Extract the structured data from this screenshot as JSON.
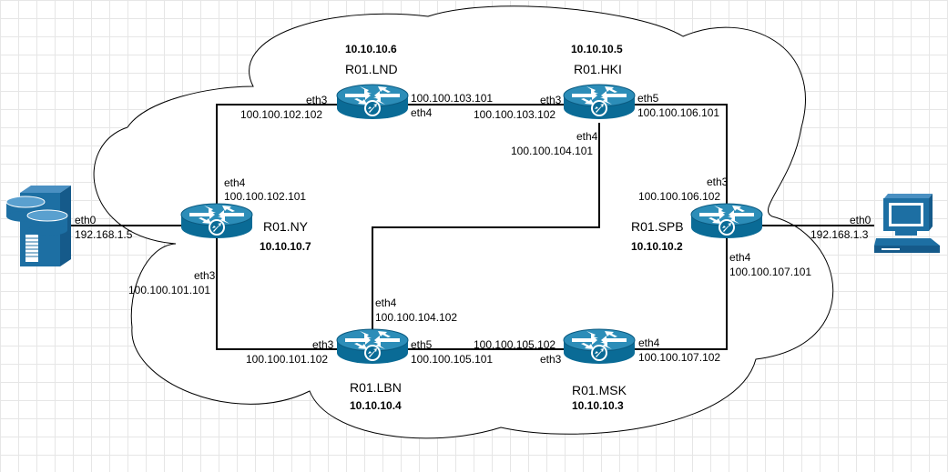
{
  "colors": {
    "router_body": "#0a6b96",
    "router_top": "#2c8db8",
    "arrow": "#ffffff",
    "link": "#000000",
    "cloud_stroke": "#000000",
    "device_blue": "#1d6fa3"
  },
  "routers": {
    "ny": {
      "name": "R01.NY",
      "loopback": "10.10.10.7"
    },
    "lnd": {
      "name": "R01.LND",
      "loopback": "10.10.10.6"
    },
    "hki": {
      "name": "R01.HKI",
      "loopback": "10.10.10.5"
    },
    "spb": {
      "name": "R01.SPB",
      "loopback": "10.10.10.2"
    },
    "lbn": {
      "name": "R01.LBN",
      "loopback": "10.10.10.4"
    },
    "msk": {
      "name": "R01.MSK",
      "loopback": "10.10.10.3"
    }
  },
  "links": {
    "ny_lnd": {
      "a_if": "eth4",
      "a_ip": "100.100.102.101",
      "b_if": "eth3",
      "b_ip": "100.100.102.102"
    },
    "lnd_hki": {
      "a_if": "eth4",
      "a_ip": "100.100.103.101",
      "b_if": "eth3",
      "b_ip": "100.100.103.102"
    },
    "hki_spb": {
      "a_if": "eth5",
      "a_ip": "100.100.106.101",
      "b_if": "eth3",
      "b_ip": "100.100.106.102"
    },
    "hki_lbn": {
      "a_if": "eth4",
      "a_ip": "100.100.104.101",
      "b_if": "eth4",
      "b_ip": "100.100.104.102"
    },
    "ny_lbn": {
      "a_if": "eth3",
      "a_ip": "100.100.101.101",
      "b_if": "eth3",
      "b_ip": "100.100.101.102"
    },
    "lbn_msk": {
      "a_if": "eth5",
      "a_ip": "100.100.105.101",
      "b_if": "eth3",
      "b_ip": "100.100.105.102"
    },
    "msk_spb": {
      "a_if": "eth4",
      "a_ip": "100.100.107.102",
      "b_if": "eth4",
      "b_ip": "100.100.107.101"
    }
  },
  "hosts": {
    "server": {
      "if": "eth0",
      "ip": "192.168.1.5",
      "icon": "server-icon"
    },
    "pc": {
      "if": "eth0",
      "ip": "192.168.1.3",
      "icon": "pc-icon"
    }
  }
}
